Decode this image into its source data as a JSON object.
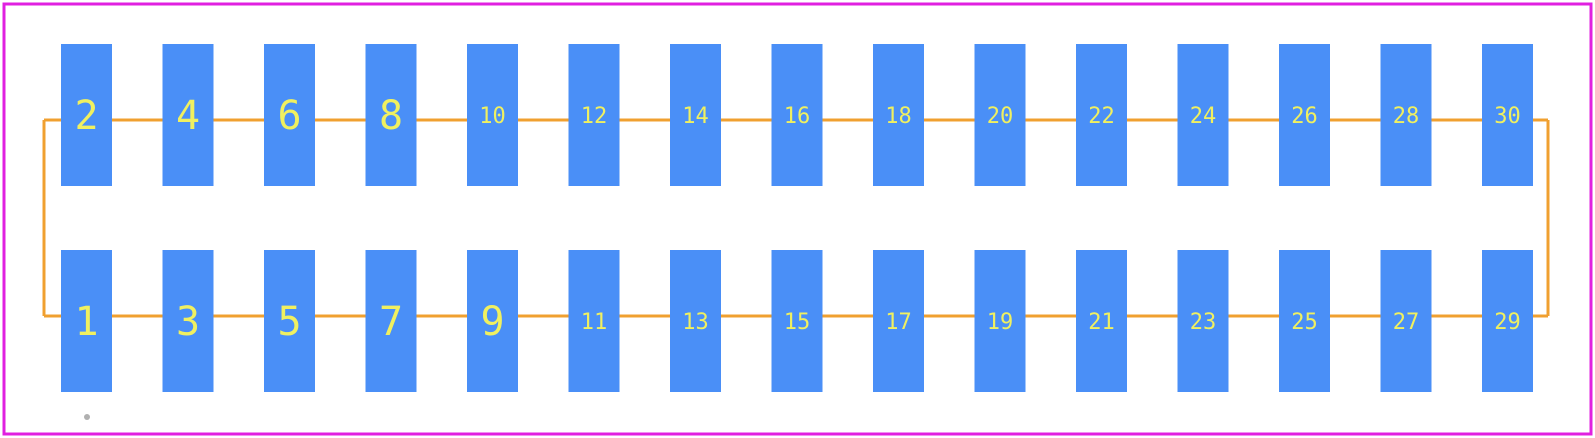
{
  "colors": {
    "border": "#e020e0",
    "outline": "#f0a030",
    "pad": "#4a8ff7",
    "label": "#f0f060",
    "marker": "#b0b0b0"
  },
  "pads_top": [
    "2",
    "4",
    "6",
    "8",
    "10",
    "12",
    "14",
    "16",
    "18",
    "20",
    "22",
    "24",
    "26",
    "28",
    "30"
  ],
  "pads_bottom": [
    "1",
    "3",
    "5",
    "7",
    "9",
    "11",
    "13",
    "15",
    "17",
    "19",
    "21",
    "23",
    "25",
    "27",
    "29"
  ],
  "pin1_marker_icon": "pin1-dot-icon"
}
